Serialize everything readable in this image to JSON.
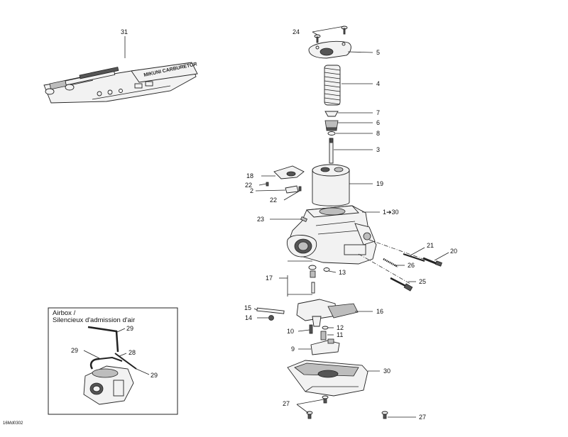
{
  "callouts": [
    {
      "id": "c31",
      "text": "31"
    },
    {
      "id": "c24",
      "text": "24"
    },
    {
      "id": "c5",
      "text": "5"
    },
    {
      "id": "c4",
      "text": "4"
    },
    {
      "id": "c7",
      "text": "7"
    },
    {
      "id": "c6",
      "text": "6"
    },
    {
      "id": "c8",
      "text": "8"
    },
    {
      "id": "c3",
      "text": "3"
    },
    {
      "id": "c18",
      "text": "18"
    },
    {
      "id": "c19",
      "text": "19"
    },
    {
      "id": "c22a",
      "text": "22"
    },
    {
      "id": "c2",
      "text": "2"
    },
    {
      "id": "c22b",
      "text": "22"
    },
    {
      "id": "c1to30",
      "text": "1➔30"
    },
    {
      "id": "c23",
      "text": "23"
    },
    {
      "id": "c21",
      "text": "21"
    },
    {
      "id": "c20",
      "text": "20"
    },
    {
      "id": "c26",
      "text": "26"
    },
    {
      "id": "c17",
      "text": "17"
    },
    {
      "id": "c13",
      "text": "13"
    },
    {
      "id": "c25",
      "text": "25"
    },
    {
      "id": "c15",
      "text": "15"
    },
    {
      "id": "c16",
      "text": "16"
    },
    {
      "id": "c14",
      "text": "14"
    },
    {
      "id": "c12",
      "text": "12"
    },
    {
      "id": "c10",
      "text": "10"
    },
    {
      "id": "c11",
      "text": "11"
    },
    {
      "id": "c9",
      "text": "9"
    },
    {
      "id": "c30",
      "text": "30"
    },
    {
      "id": "c27a",
      "text": "27"
    },
    {
      "id": "c27b",
      "text": "27"
    },
    {
      "id": "b29a",
      "text": "29"
    },
    {
      "id": "b29b",
      "text": "29"
    },
    {
      "id": "b28",
      "text": "28"
    },
    {
      "id": "b29c",
      "text": "29"
    }
  ],
  "airbox": {
    "title_line1": "Airbox /",
    "title_line2": "Silencieux d'admission d'air"
  },
  "kit_label": "MIKUNI CARBURETOR",
  "drawing_code": "16Md0302"
}
